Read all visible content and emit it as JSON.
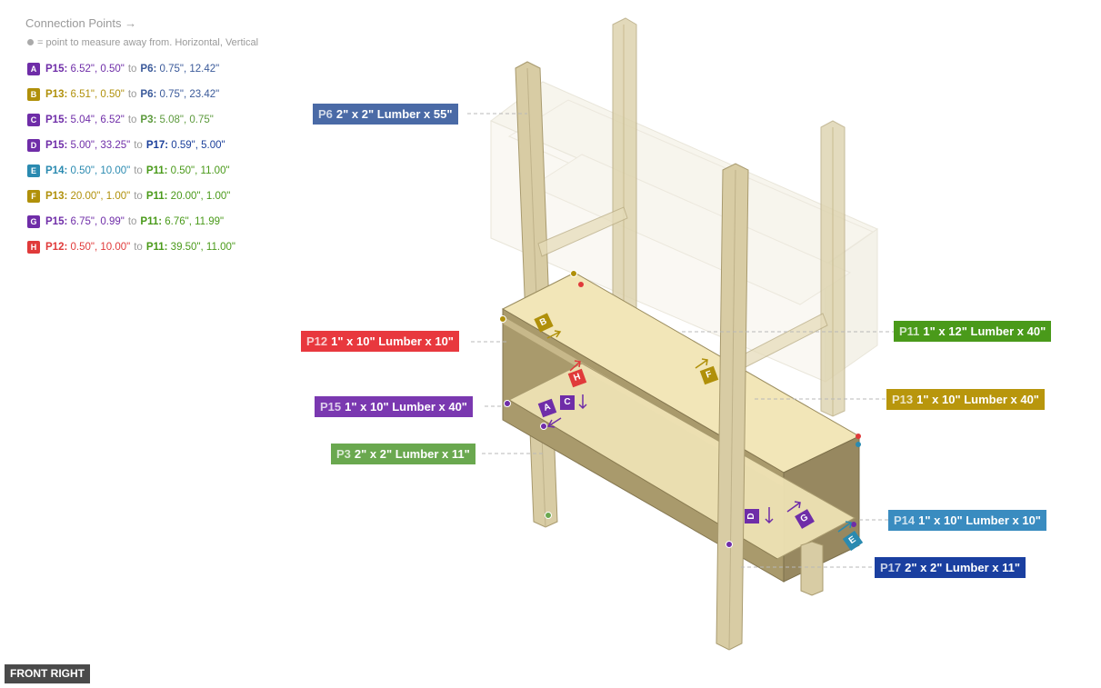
{
  "legend": {
    "title": "Connection Points →",
    "note": "= point to measure away from. Horizontal, Vertical",
    "rows": [
      {
        "letter": "A",
        "color": "#6f2da8",
        "from_part": "P15:",
        "from_color": "#6f2da8",
        "from_vals": "6.52\", 0.50\"",
        "to_label": "to",
        "to_part": "P6:",
        "to_color": "#3b5a9a",
        "to_vals": "0.75\", 12.42\""
      },
      {
        "letter": "B",
        "color": "#b0900a",
        "from_part": "P13:",
        "from_color": "#b0900a",
        "from_vals": "6.51\", 0.50\"",
        "to_label": "to",
        "to_part": "P6:",
        "to_color": "#3b5a9a",
        "to_vals": "0.75\", 23.42\""
      },
      {
        "letter": "C",
        "color": "#6f2da8",
        "from_part": "P15:",
        "from_color": "#6f2da8",
        "from_vals": "5.04\", 6.52\"",
        "to_label": "to",
        "to_part": "P3:",
        "to_color": "#5c9a3c",
        "to_vals": "5.08\", 0.75\""
      },
      {
        "letter": "D",
        "color": "#6f2da8",
        "from_part": "P15:",
        "from_color": "#6f2da8",
        "from_vals": "5.00\", 33.25\"",
        "to_label": "to",
        "to_part": "P17:",
        "to_color": "#1b3f9a",
        "to_vals": "0.59\", 5.00\""
      },
      {
        "letter": "E",
        "color": "#2a8ab0",
        "from_part": "P14:",
        "from_color": "#2a8ab0",
        "from_vals": "0.50\", 10.00\"",
        "to_label": "to",
        "to_part": "P11:",
        "to_color": "#4a9a1a",
        "to_vals": "0.50\", 11.00\""
      },
      {
        "letter": "F",
        "color": "#b0900a",
        "from_part": "P13:",
        "from_color": "#b0900a",
        "from_vals": "20.00\", 1.00\"",
        "to_label": "to",
        "to_part": "P11:",
        "to_color": "#4a9a1a",
        "to_vals": "20.00\", 1.00\""
      },
      {
        "letter": "G",
        "color": "#6f2da8",
        "from_part": "P15:",
        "from_color": "#6f2da8",
        "from_vals": "6.75\", 0.99\"",
        "to_label": "to",
        "to_part": "P11:",
        "to_color": "#4a9a1a",
        "to_vals": "6.76\", 11.99\""
      },
      {
        "letter": "H",
        "color": "#e03a3a",
        "from_part": "P12:",
        "from_color": "#e03a3a",
        "from_vals": "0.50\", 10.00\"",
        "to_label": "to",
        "to_part": "P11:",
        "to_color": "#4a9a1a",
        "to_vals": "39.50\", 11.00\""
      }
    ]
  },
  "parts": [
    {
      "id": "P6",
      "desc": "2\" x 2\" Lumber x 55\"",
      "color": "#4a6aa6"
    },
    {
      "id": "P12",
      "desc": "1\" x 10\" Lumber  x 10\"",
      "color": "#e8383e"
    },
    {
      "id": "P15",
      "desc": "1\" x 10\" Lumber  x 40\"",
      "color": "#7a38b0"
    },
    {
      "id": "P3",
      "desc": "2\" x 2\" Lumber x 11\"",
      "color": "#6aa84f"
    },
    {
      "id": "P11",
      "desc": "1\" x 12\" Lumber  x 40\"",
      "color": "#4a9a1a"
    },
    {
      "id": "P13",
      "desc": "1\" x 10\" Lumber  x 40\"",
      "color": "#b8960c"
    },
    {
      "id": "P14",
      "desc": "1\" x 10\" Lumber  x 10\"",
      "color": "#3a8cc0"
    },
    {
      "id": "P17",
      "desc": "2\" x 2\" Lumber x 11\"",
      "color": "#1a3fa0"
    }
  ],
  "connection_badges": [
    {
      "letter": "A",
      "color": "#6f2da8"
    },
    {
      "letter": "B",
      "color": "#b0900a"
    },
    {
      "letter": "C",
      "color": "#6f2da8"
    },
    {
      "letter": "D",
      "color": "#6f2da8"
    },
    {
      "letter": "E",
      "color": "#2a8ab0"
    },
    {
      "letter": "F",
      "color": "#b0900a"
    },
    {
      "letter": "G",
      "color": "#6f2da8"
    },
    {
      "letter": "H",
      "color": "#e03a3a"
    }
  ],
  "view_label": "FRONT RIGHT"
}
